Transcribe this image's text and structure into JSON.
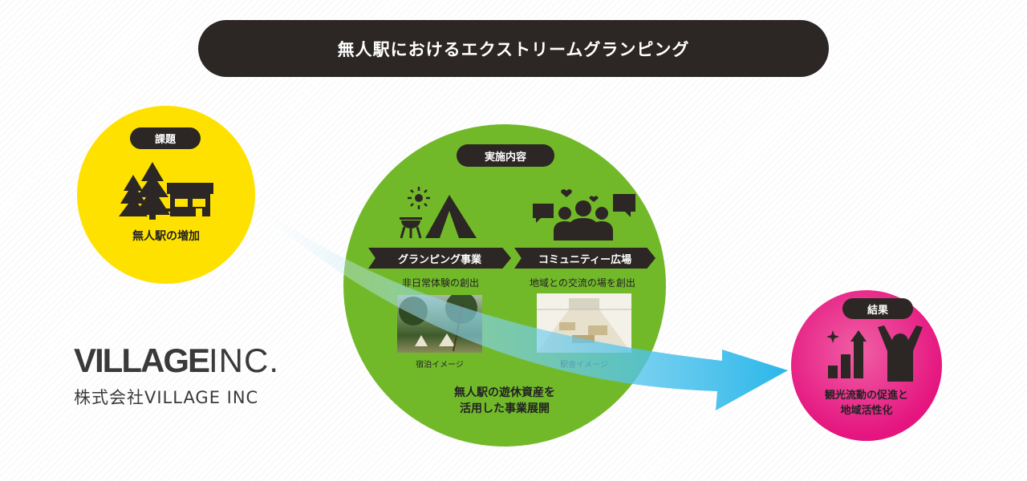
{
  "title": "無人駅におけるエクストリームグランピング",
  "problem": {
    "tag": "課題",
    "text": "無人駅の増加"
  },
  "implementation": {
    "tag": "実施内容",
    "glamping": {
      "banner": "グランピング事業",
      "sub": "非日常体験の創出",
      "photo_caption": "宿泊イメージ"
    },
    "community": {
      "banner": "コミュニティー広場",
      "sub": "地域との交流の場を創出",
      "photo_caption": "駅舎イメージ"
    },
    "summary_line1": "無人駅の遊休資産を",
    "summary_line2": "活用した事業展開"
  },
  "result": {
    "tag": "結果",
    "line1": "観光流動の促進と",
    "line2": "地域活性化"
  },
  "logo": {
    "word": "VILLAGE",
    "inc": "INC.",
    "company": "株式会社VILLAGE INC"
  },
  "colors": {
    "dark": "#2c2624",
    "yellow": "#ffe100",
    "green": "#72b92a",
    "pink": "#e5157f",
    "arrow": "#1fb3e8"
  },
  "icons": [
    "forest-house-icon",
    "sun-icon",
    "bbq-grill-icon",
    "tent-icon",
    "people-chat-icon",
    "sparkle-icon",
    "bar-growth-icon",
    "cheering-person-icon"
  ]
}
